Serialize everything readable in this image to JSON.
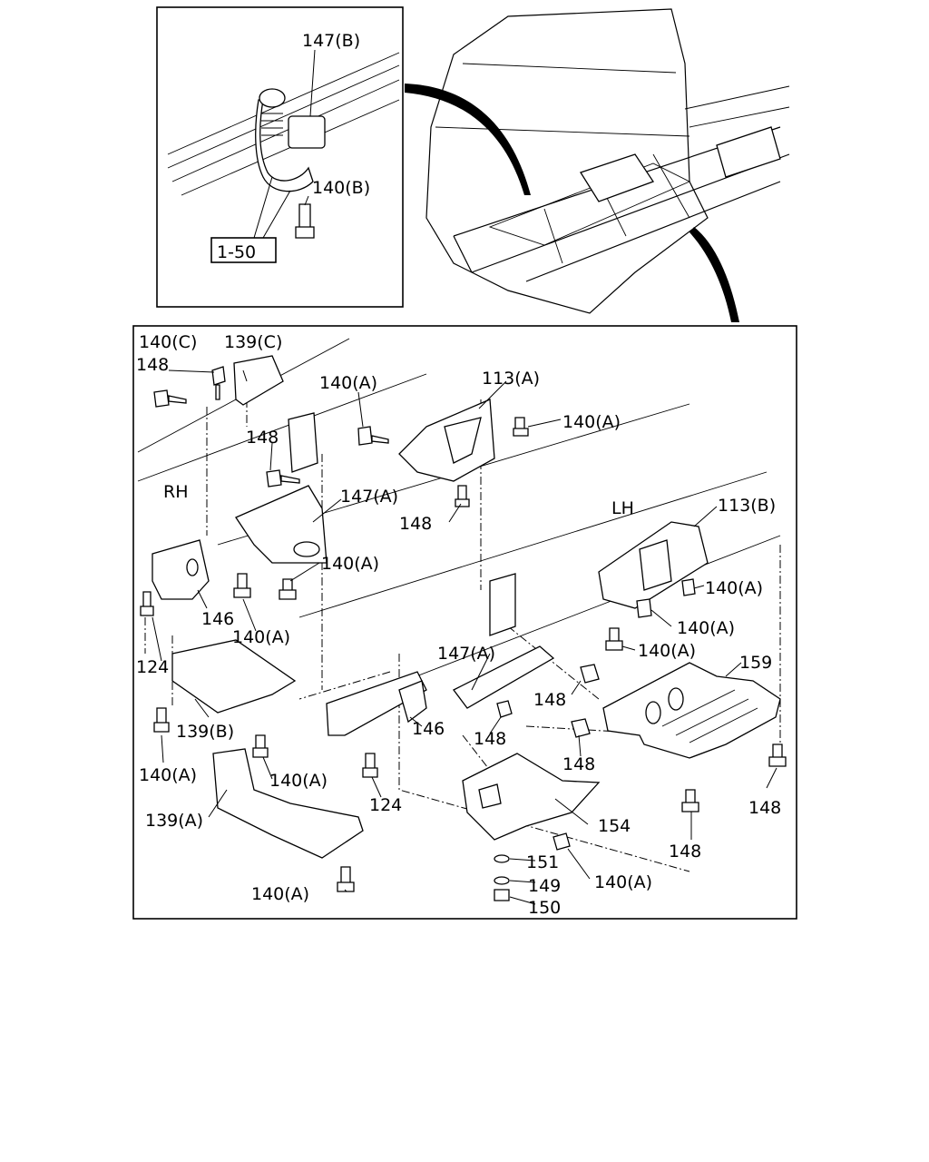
{
  "inset": {
    "labels": [
      "147(B)",
      "140(B)",
      "1-50"
    ]
  },
  "main": {
    "side_labels": [
      "RH",
      "LH"
    ],
    "callouts": [
      "140(C)",
      "139(C)",
      "148",
      "140(A)",
      "113(A)",
      "140(A)",
      "148",
      "147(A)",
      "148",
      "140(A)",
      "146",
      "140(A)",
      "124",
      "113(B)",
      "140(A)",
      "140(A)",
      "140(A)",
      "159",
      "147(A)",
      "148",
      "146",
      "148",
      "148",
      "139(B)",
      "140(A)",
      "140(A)",
      "124",
      "154",
      "139(A)",
      "148",
      "148",
      "151",
      "140(A)",
      "149",
      "140(A)",
      "150"
    ]
  }
}
